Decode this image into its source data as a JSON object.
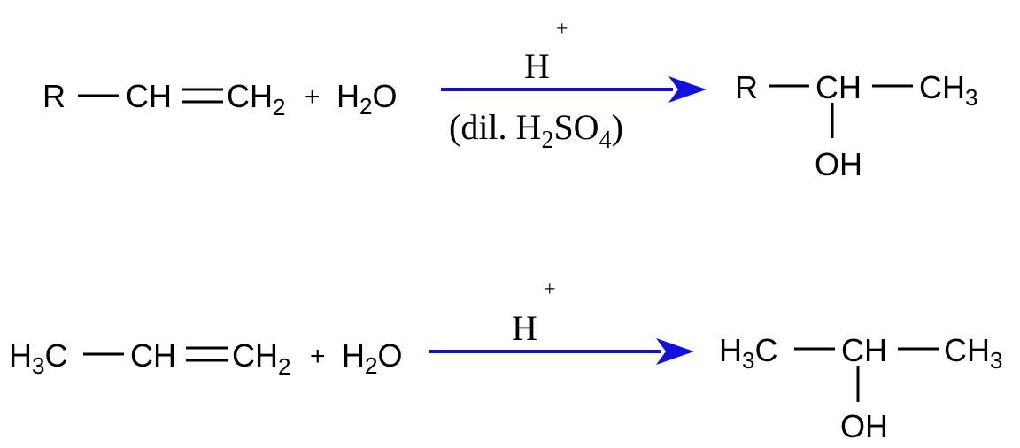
{
  "reaction_1": {
    "reactant": {
      "r_group": "R",
      "ch": "CH",
      "ch2_main": "CH",
      "ch2_sub": "2"
    },
    "plus": "+",
    "water": {
      "h": "H",
      "sub": "2",
      "o": "O"
    },
    "catalyst": {
      "h": "H",
      "charge": "+"
    },
    "condition": {
      "open": "(dil. H",
      "sub1": "2",
      "mid": "SO",
      "sub2": "4",
      "close": ")"
    },
    "product": {
      "r_group": "R",
      "ch": "CH",
      "ch3_main": "CH",
      "ch3_sub": "3",
      "oh": "OH"
    }
  },
  "reaction_2": {
    "reactant": {
      "h3c_h": "H",
      "h3c_sub": "3",
      "h3c_c": "C",
      "ch": "CH",
      "ch2_main": "CH",
      "ch2_sub": "2"
    },
    "plus": "+",
    "water": {
      "h": "H",
      "sub": "2",
      "o": "O"
    },
    "catalyst": {
      "h": "H",
      "charge": "+"
    },
    "product": {
      "h3c_h": "H",
      "h3c_sub": "3",
      "h3c_c": "C",
      "ch": "CH",
      "ch3_main": "CH",
      "ch3_sub": "3",
      "oh": "OH"
    }
  },
  "colors": {
    "arrow": "#1010e0",
    "text": "#000000"
  }
}
